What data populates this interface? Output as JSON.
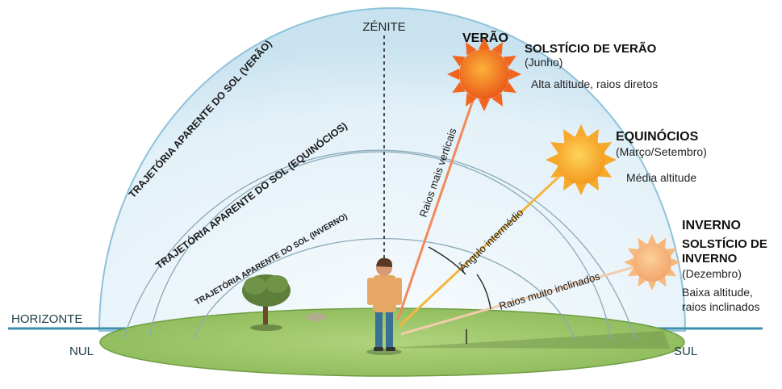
{
  "labels": {
    "zenith": "ZÉNITE",
    "horizon": "HORIZONTE",
    "north": "NUL",
    "south": "SUL"
  },
  "paths": {
    "summer": "TRAJETÓRIA APARENTE DO SOL (VERÃO)",
    "equinox": "TRAJETÓRIA APARENTE DO SOL (EQUINÓCIOS)",
    "winter": "TRAJETÓRIA APARENTE DO SOL (INVERNO)"
  },
  "rays": {
    "summer": "Raios mais verticais",
    "equinox": "Ângulo intermédio",
    "winter": "Raios muito inclinados"
  },
  "summer": {
    "season": "VERÃO",
    "title": "SOLSTÍCIO DE VERÃO",
    "month": "(Junho)",
    "desc": "Alta altitude, raios diretos"
  },
  "equinox": {
    "title": "EQUINÓCIOS",
    "month": "(Março/Setembro)",
    "desc": "Média altitude"
  },
  "winter": {
    "season": "INVERNO",
    "title_line1": "SOLSTÍCIO DE",
    "title_line2": "INVERNO",
    "month": "(Dezembro)",
    "desc_line1": "Baixa altitude,",
    "desc_line2": "raios inclinados"
  },
  "colors": {
    "sky": "#d9edf7",
    "ground": "#9cc46a",
    "sun_summer": "#f0661f",
    "sun_equinox": "#f6a92a",
    "sun_winter": "#f7b97c",
    "ray_summer": "#f08a5a",
    "ray_equinox": "#f2b640",
    "ray_winter": "#f2c9a6"
  }
}
